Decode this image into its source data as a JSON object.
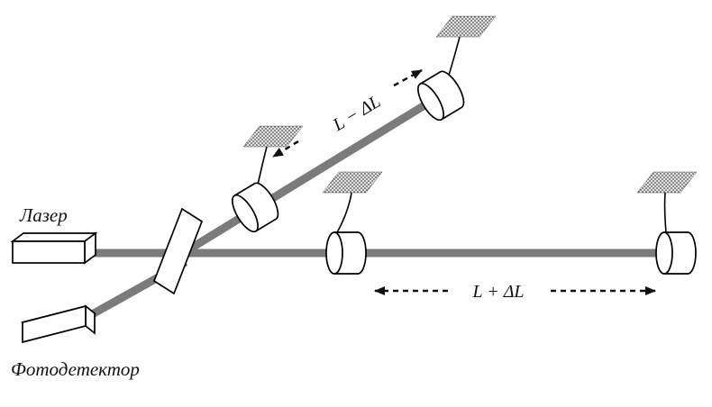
{
  "diagram": {
    "labels": {
      "laser": "Лазер",
      "photodetector": "Фотодетектор",
      "arm_diagonal": "L − ΔL",
      "arm_horizontal": "L + ΔL"
    },
    "colors": {
      "beam": "#7b7b7b",
      "outline": "#000000",
      "arrow": "#111111",
      "background": "#ffffff"
    }
  }
}
